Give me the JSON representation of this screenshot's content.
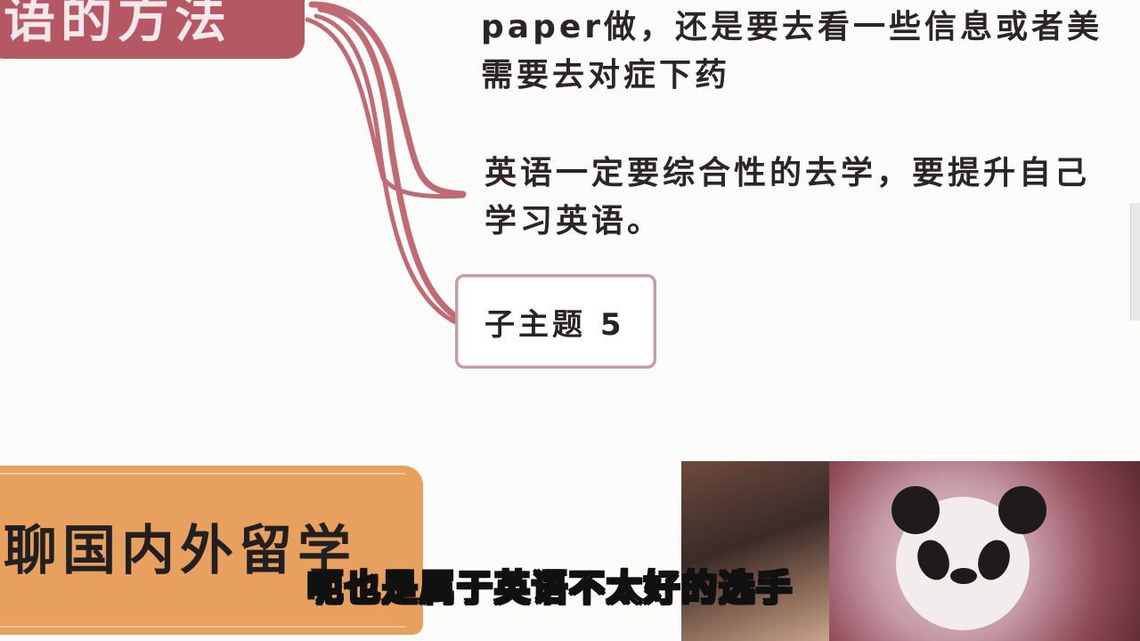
{
  "header": {
    "title": "语的方法"
  },
  "mindmap": {
    "paragraph1": {
      "line1": "paper做，还是要去看一些信息或者美",
      "line2": "需要去对症下药"
    },
    "paragraph2": {
      "line1": "英语一定要综合性的去学，要提升自己",
      "line2": "学习英语。"
    },
    "subtopic": "子主题 5",
    "branch_color": "#c06a73"
  },
  "section": {
    "title": "聊国内外留学",
    "banner_color": "#e8a05f"
  },
  "video": {
    "subtitle": "呃也是属于英语不太好的选手"
  }
}
